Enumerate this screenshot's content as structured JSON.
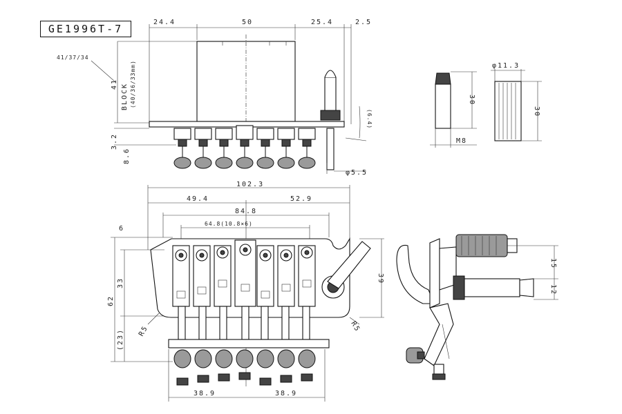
{
  "model": "GE1996T-7",
  "top_view": {
    "dims": {
      "left": "24.4",
      "middle": "50",
      "right": "25.4",
      "far_right": "2.5",
      "block_sizes": "41/37/34",
      "block_h": "41",
      "block_label": "BLOCK",
      "block_sub": "(40/36/33mm)",
      "base_t": "3.2",
      "saddle_h": "8.6",
      "arm_d": "φ5.5",
      "arm_angle": "(6.4)"
    }
  },
  "arm_tip": {
    "len": "30",
    "thread": "M8"
  },
  "knob": {
    "dia": "φ11.3",
    "len": "30"
  },
  "plan_view": {
    "dims": {
      "overall": "102.3",
      "left_half": "49.4",
      "right_half": "52.9",
      "span": "84.8",
      "string_span": "64.8(10.8×6)",
      "offset": "6",
      "total_h": "62",
      "upper_h": "33",
      "lower_h": "(23)",
      "arm_len": "39",
      "radius_l": "R5",
      "radius_r": "R5",
      "bottom_l": "38.9",
      "bottom_r": "38.9"
    }
  },
  "side_view": {
    "dims": {
      "upper": "15",
      "lower": "12"
    }
  }
}
